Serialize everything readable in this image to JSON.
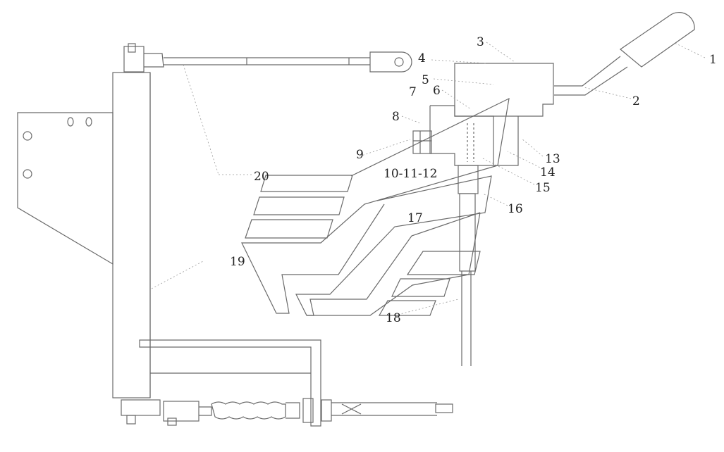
{
  "diagram": {
    "labels": {
      "l1": "1",
      "l2": "2",
      "l3": "3",
      "l4": "4",
      "l5": "5",
      "l6": "6",
      "l7": "7",
      "l8": "8",
      "l9": "9",
      "l10_12": "10-11-12",
      "l13": "13",
      "l14": "14",
      "l15": "15",
      "l16": "16",
      "l17": "17",
      "l18": "18",
      "l19": "19",
      "l20": "20"
    }
  }
}
